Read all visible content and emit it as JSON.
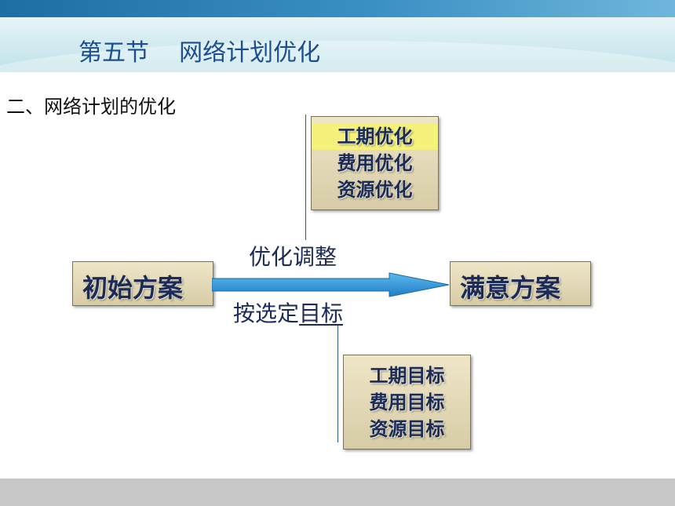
{
  "header": {
    "title_section": "第五节",
    "title_topic": "网络计划优化"
  },
  "section_heading": "二、网络计划的优化",
  "diagram": {
    "start_box": "初始方案",
    "end_box": "满意方案",
    "arrow_top_label": "优化调整",
    "arrow_bottom_label_plain": "按选定",
    "arrow_bottom_label_underlined": "目标",
    "optimization_items": [
      "工期优化",
      "费用优化",
      "资源优化"
    ],
    "target_items": [
      "工期目标",
      "费用目标",
      "资源目标"
    ],
    "highlight_color": "#f6f17a"
  }
}
